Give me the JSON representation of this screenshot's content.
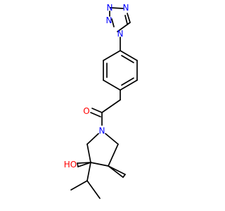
{
  "molecule": {
    "atoms": {
      "tetrazole_n1": {
        "symbol": "N",
        "color": "#0000ff"
      },
      "tetrazole_n2": {
        "symbol": "N",
        "color": "#0000ff"
      },
      "tetrazole_n3": {
        "symbol": "N",
        "color": "#0000ff"
      },
      "tetrazole_n4": {
        "symbol": "N",
        "color": "#0000ff"
      },
      "carbonyl_o": {
        "symbol": "O",
        "color": "#ff0000"
      },
      "pyrrolidine_n": {
        "symbol": "N",
        "color": "#0000ff"
      },
      "hydroxyl": {
        "symbol": "HO",
        "color": "#ff0000"
      }
    },
    "bond_color": "#000000"
  }
}
